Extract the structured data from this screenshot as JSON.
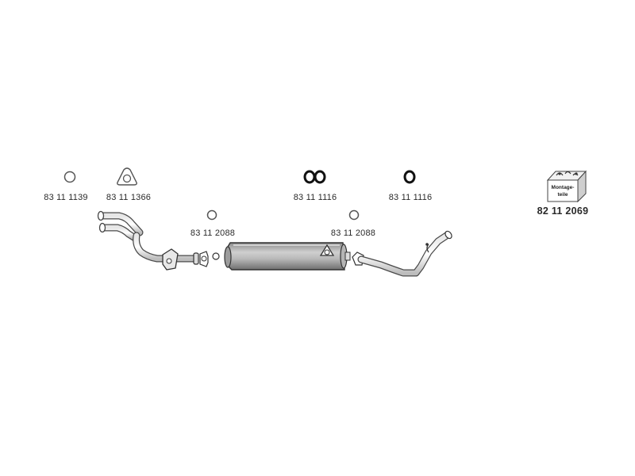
{
  "parts": {
    "ring_a": {
      "number": "83 11 1139",
      "icon": "gasket-ring-icon"
    },
    "flange_gasket": {
      "number": "83 11 1366",
      "icon": "triangular-flange-gasket-icon"
    },
    "clamp_front": {
      "number": "83 11 2088",
      "icon": "pipe-clamp-icon"
    },
    "rubber_pair": {
      "number": "83 11 1116",
      "icon": "rubber-hanger-pair-icon"
    },
    "clamp_rear": {
      "number": "83 11 2088",
      "icon": "pipe-clamp-icon"
    },
    "rubber_single": {
      "number": "83 11 1116",
      "icon": "rubber-hanger-icon"
    },
    "mounting_kit": {
      "number": "82 11 2069",
      "icon": "mounting-kit-box-icon",
      "box_text": "Montage-teile"
    }
  },
  "exhaust": {
    "components": [
      "front-pipe",
      "middle-muffler",
      "rear-tail-pipe"
    ]
  }
}
